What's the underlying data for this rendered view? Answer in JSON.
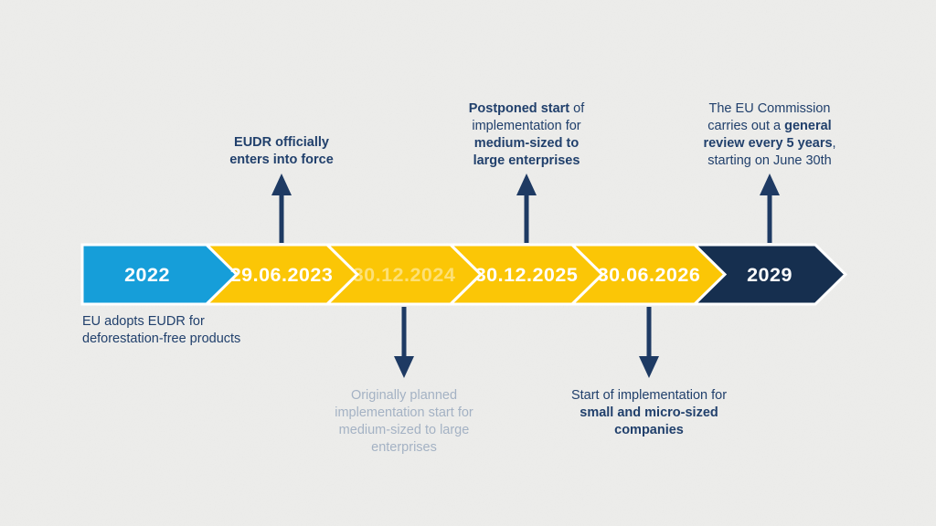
{
  "colors": {
    "background": "#EDEDEB",
    "segment_outline": "#FFFFFF",
    "blue": "#169ED9",
    "yellow": "#FBC606",
    "navy": "#162F4F",
    "arrow": "#1E3A63",
    "annotation_text": "#21406C",
    "annotation_muted": "#A4B2C4",
    "faded_label": "rgba(255,255,255,0.45)"
  },
  "timeline": {
    "segments": [
      {
        "label": "2022",
        "fill": "#169ED9",
        "label_fill": "#FFFFFF"
      },
      {
        "label": "29.06.2023",
        "fill": "#FBC606",
        "label_fill": "#FFFFFF"
      },
      {
        "label": "30.12.2024",
        "fill": "#FBC606",
        "label_fill": "rgba(255,255,255,0.45)"
      },
      {
        "label": "30.12.2025",
        "fill": "#FBC606",
        "label_fill": "#FFFFFF"
      },
      {
        "label": "30.06.2026",
        "fill": "#FBC606",
        "label_fill": "#FFFFFF"
      },
      {
        "label": "2029",
        "fill": "#162F4F",
        "label_fill": "#FFFFFF"
      }
    ]
  },
  "annotations": {
    "enters_force": {
      "bold1": "EUDR officially enters into force"
    },
    "postponed": {
      "bold1": "Postponed start",
      "regular1": " of implementation for ",
      "bold2": "medium-sized to large enterprises"
    },
    "review": {
      "regular1": "The EU Commission carries out a ",
      "bold1": "general review every 5 years",
      "regular2": ", starting on June 30th"
    },
    "adoption": {
      "regular1": "EU adopts EUDR for deforestation-free products"
    },
    "original_plan": {
      "regular1": "Originally planned implementation start for medium-sized to large enterprises"
    },
    "small_companies": {
      "regular1": "Start of implementation for ",
      "bold1": "small and micro-sized companies"
    }
  }
}
